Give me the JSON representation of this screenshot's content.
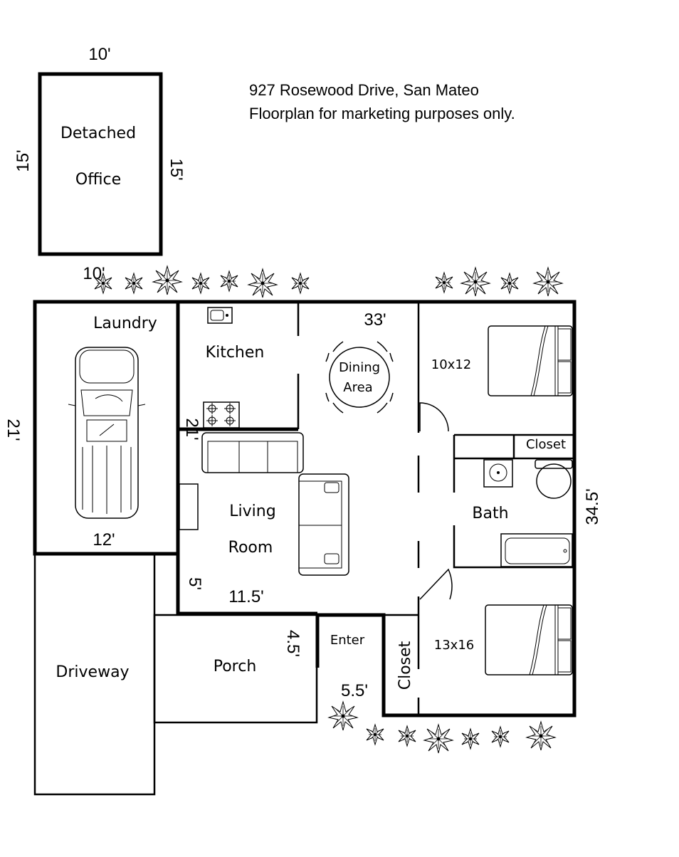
{
  "header": {
    "address": "927 Rosewood Drive, San Mateo",
    "disclaimer": "Floorplan for marketing purposes only."
  },
  "rooms": {
    "office_line1": "Detached",
    "office_line2": "Office",
    "laundry": "Laundry",
    "kitchen": "Kitchen",
    "dining_line1": "Dining",
    "dining_line2": "Area",
    "bedroom1": "10x12",
    "closet_top": "Closet",
    "bath": "Bath",
    "living_line1": "Living",
    "living_line2": "Room",
    "enter": "Enter",
    "closet_bottom": "Closet",
    "bedroom2": "13x16",
    "porch": "Porch",
    "driveway": "Driveway"
  },
  "dimensions": {
    "office_top": "10'",
    "office_left": "15'",
    "office_right": "15'",
    "office_bottom": "10'",
    "overall_width": "33'",
    "garage_height": "21'",
    "garage_width": "12'",
    "kitchen_height": "21'",
    "overall_depth": "34.5'",
    "living_offset": "5'",
    "living_width": "11.5'",
    "porch_depth": "4.5'",
    "entry_width": "5.5'"
  }
}
